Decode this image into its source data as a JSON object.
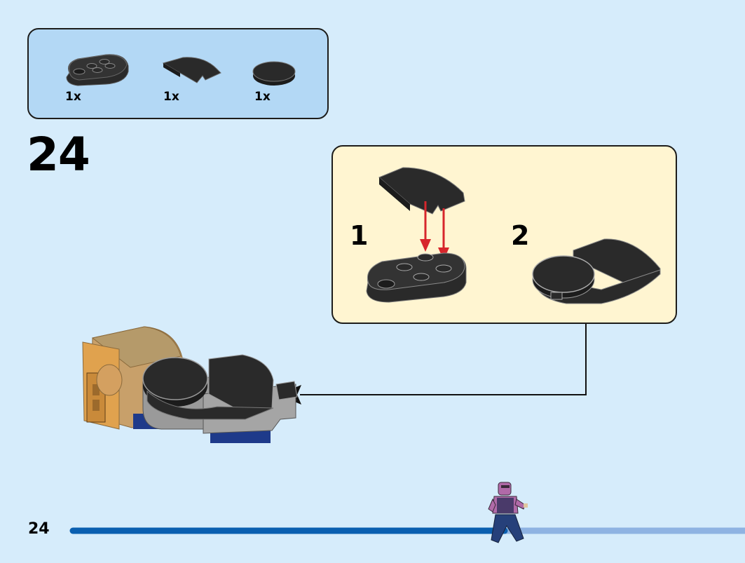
{
  "parts_list": {
    "items": [
      {
        "name": "dark-plate-round-end",
        "quantity": "1x"
      },
      {
        "name": "dark-curved-tile",
        "quantity": "1x"
      },
      {
        "name": "dark-round-tile",
        "quantity": "1x"
      }
    ]
  },
  "step": {
    "number": "24",
    "substeps": [
      {
        "number": "1"
      },
      {
        "number": "2"
      }
    ]
  },
  "page": {
    "number": "24",
    "progress_fraction": 0.66
  },
  "colors": {
    "background": "#d6ecfb",
    "parts_box": "#b3d8f5",
    "substep_box": "#fff5d1",
    "brick_dark": "#2a2a2a",
    "arrow_red": "#d7262c",
    "progress_done": "#0a5fb0",
    "progress_remaining": "#8fb3e2"
  }
}
